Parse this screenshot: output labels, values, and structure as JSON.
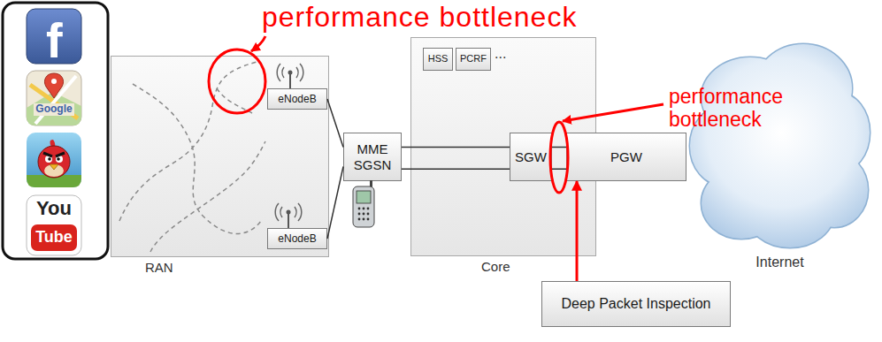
{
  "diagram": {
    "nodes": [
      {
        "text": [
          "RAN"
        ]
      },
      {
        "text": [
          "eNodeB"
        ],
        "in": 0
      },
      {
        "text": [
          "eNodeB"
        ],
        "in": 0
      },
      {
        "text": [
          "MME SGSN"
        ]
      },
      {
        "text": [
          "Core"
        ]
      },
      {
        "text": [
          "HSS"
        ],
        "in": 4
      },
      {
        "text": [
          "PCRF"
        ],
        "in": 4
      },
      {
        "text": [
          "SGW"
        ],
        "in": 4
      },
      {
        "text": [
          "PGW"
        ]
      },
      {
        "text": [
          "Internet"
        ]
      },
      {
        "text": [
          "Deep Packet Inspection"
        ]
      }
    ],
    "edges": [
      {
        "from": 1,
        "to": 3,
        "arrow": "none"
      },
      {
        "from": 2,
        "to": 3,
        "arrow": "none"
      },
      {
        "from": 3,
        "to": 7,
        "arrow": "none"
      },
      {
        "from": 3,
        "to": 7,
        "arrow": "none"
      },
      {
        "from": 7,
        "to": 8,
        "arrow": "none"
      },
      {
        "from": 7,
        "to": 8,
        "arrow": "none"
      },
      {
        "from": 10,
        "to": 8,
        "arrow": "to"
      }
    ],
    "labels": [
      "f",
      "Google",
      "You",
      "Tube",
      "...",
      "performance bottleneck",
      "performance bottleneck"
    ]
  }
}
